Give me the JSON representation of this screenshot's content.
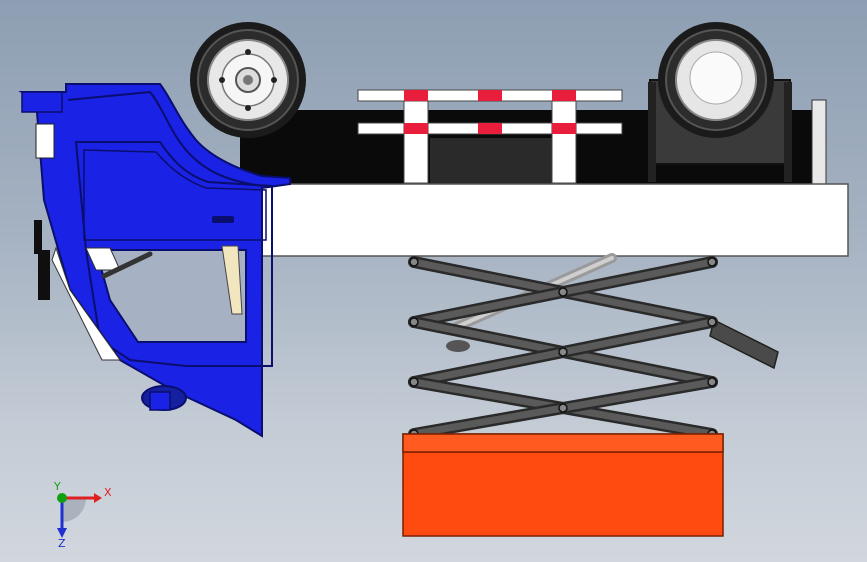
{
  "viewport": {
    "description_colors": {
      "background_top": "#8e9fb3",
      "background_bottom": "#d2d7de",
      "cab": "#1a22e6",
      "platform": "#ffffff",
      "scissor_arms": "#3c3c3c",
      "base": "#ff4a10",
      "rail_stripe": "#e81e3c"
    }
  },
  "triad": {
    "x_label": "X",
    "y_label": "Y",
    "z_label": "Z",
    "x_color": "#e02020",
    "y_color": "#10a010",
    "z_color": "#2030d0"
  }
}
